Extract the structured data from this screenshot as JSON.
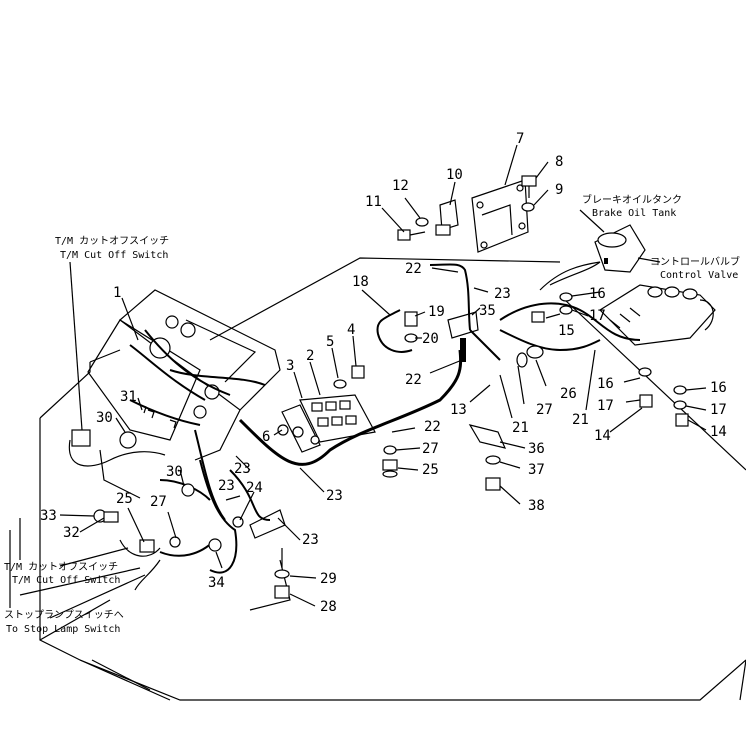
{
  "labels": {
    "tm_cut_off_jp_top": "T/M カットオフスイッチ",
    "tm_cut_off_en_top": "T/M Cut Off Switch",
    "brake_tank_jp": "ブレーキオイルタンク",
    "brake_tank_en": "Brake Oil Tank",
    "control_valve_jp": "コントロールバルブ",
    "control_valve_en": "Control Valve",
    "tm_cut_off_jp_bottom": "T/M カットオフスイッチ",
    "tm_cut_off_en_bottom": "T/M Cut Off Switch",
    "stop_lamp_jp": "ストップランプスイッチへ",
    "stop_lamp_en": "To Stop Lamp Switch"
  },
  "callouts": {
    "c1": "1",
    "c2": "2",
    "c3": "3",
    "c4": "4",
    "c5": "5",
    "c6": "6",
    "c7": "7",
    "c8": "8",
    "c9": "9",
    "c10": "10",
    "c11": "11",
    "c12": "12",
    "c13": "13",
    "c14a": "14",
    "c14b": "14",
    "c15": "15",
    "c16a": "16",
    "c16b": "16",
    "c16c": "16",
    "c17a": "17",
    "c17b": "17",
    "c17c": "17",
    "c18": "18",
    "c19": "19",
    "c20": "20",
    "c21a": "21",
    "c21b": "21",
    "c22a": "22",
    "c22b": "22",
    "c22c": "22",
    "c23a": "23",
    "c23b": "23",
    "c23c": "23",
    "c23d": "23",
    "c23e": "23",
    "c24": "24",
    "c25a": "25",
    "c25b": "25",
    "c26": "26",
    "c27a": "27",
    "c27b": "27",
    "c27c": "27",
    "c28": "28",
    "c29": "29",
    "c30a": "30",
    "c30b": "30",
    "c31": "31",
    "c32": "32",
    "c33": "33",
    "c34": "34",
    "c35": "35",
    "c36": "36",
    "c37": "37",
    "c38": "38"
  }
}
